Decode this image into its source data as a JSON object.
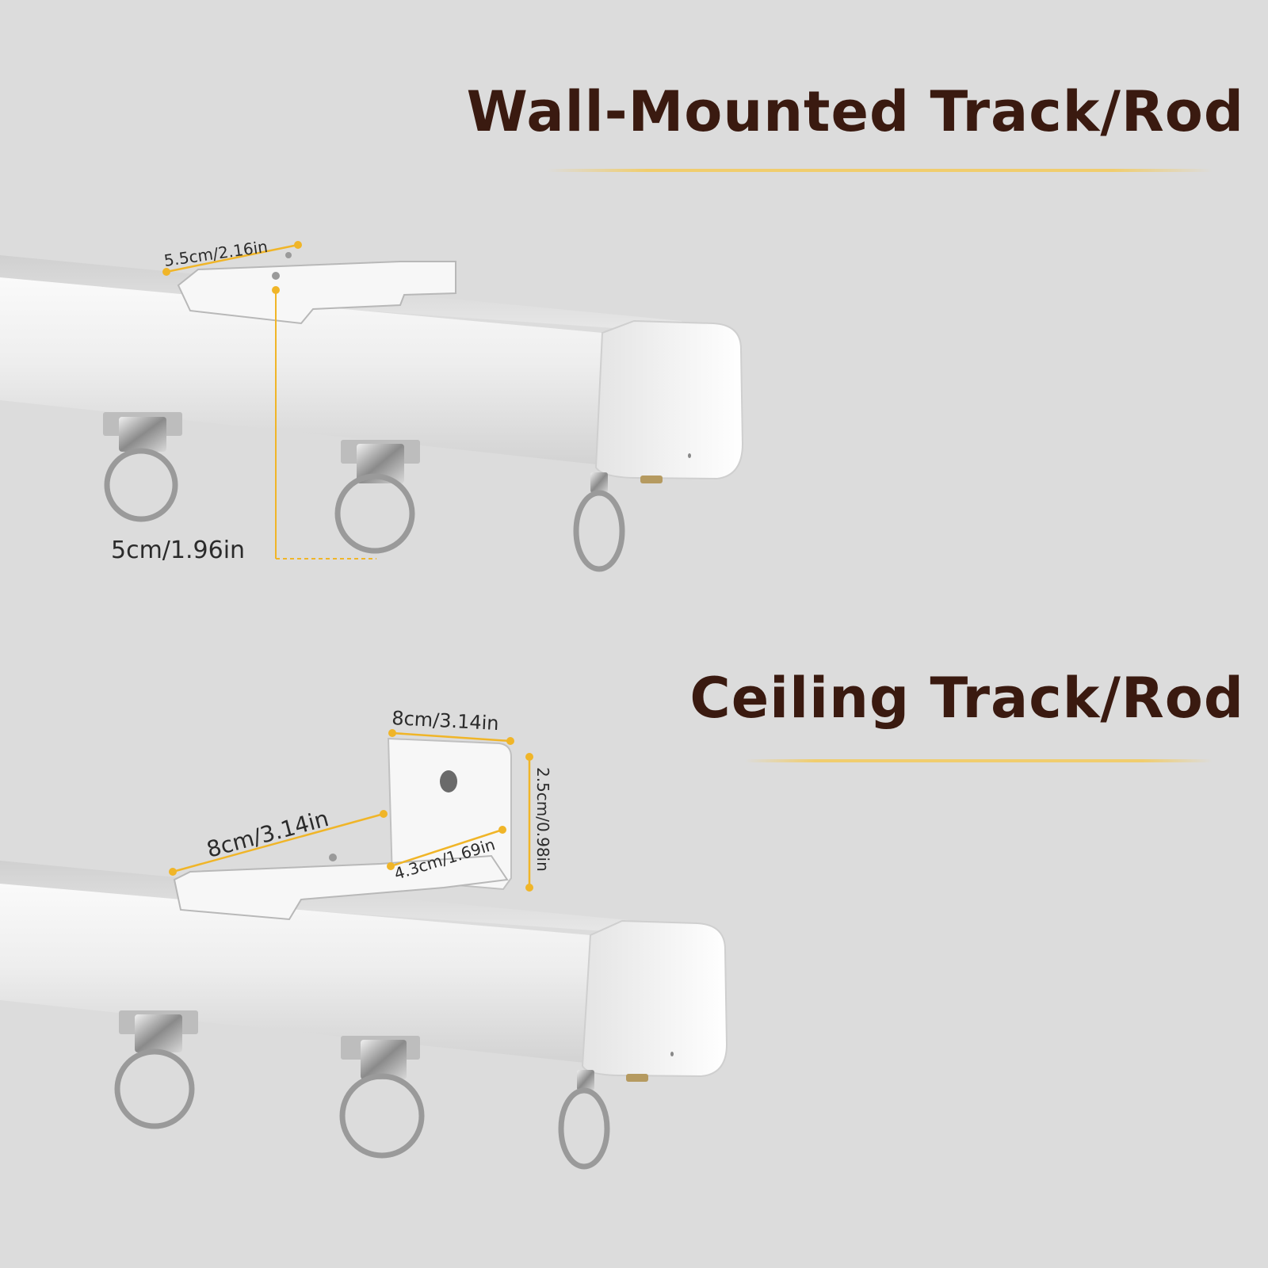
{
  "wall": {
    "title": "Wall-Mounted Track/Rod",
    "bracket_width": "5.5cm/2.16in",
    "bracket_height": "5cm/1.96in"
  },
  "ceiling": {
    "title": "Ceiling Track/Rod",
    "bracket_top_width": "8cm/3.14in",
    "bracket_height": "2.5cm/0.98in",
    "bracket_base_width": "8cm/3.14in",
    "bracket_depth": "4.3cm/1.69in"
  },
  "colors": {
    "background": "#dcdcdc",
    "heading": "#3a1a10",
    "accent": "#f0b528",
    "rail": "#f2f2f2"
  }
}
